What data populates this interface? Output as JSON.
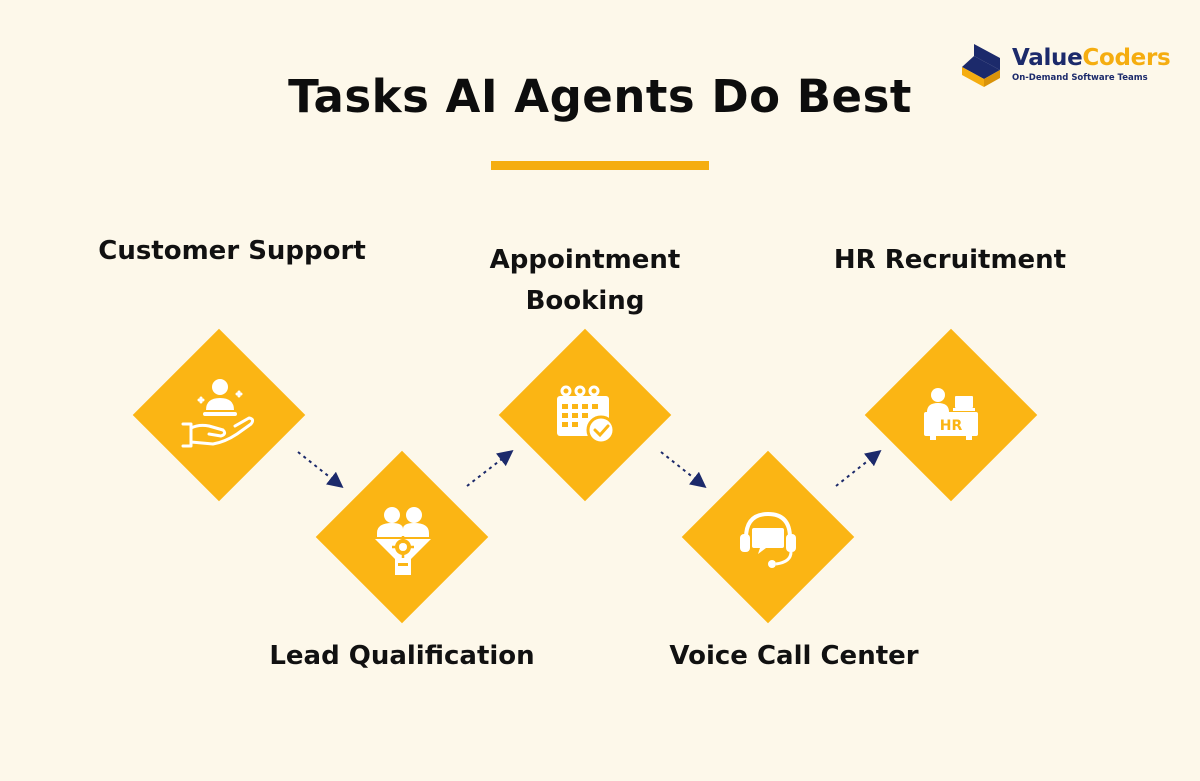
{
  "title": "Tasks AI Agents Do Best",
  "logo": {
    "name_part1": "Value",
    "name_part2": "Coders",
    "tagline": "On-Demand Software Teams"
  },
  "steps": [
    {
      "label": "Customer Support",
      "icon": "hand-service-icon"
    },
    {
      "label": "Lead Qualification",
      "icon": "lead-funnel-icon"
    },
    {
      "label": "Appointment\nBooking",
      "icon": "calendar-clock-icon"
    },
    {
      "label": "Voice Call Center",
      "icon": "headset-icon"
    },
    {
      "label": "HR Recruitment",
      "icon": "hr-desk-icon"
    }
  ],
  "hr_desk_text": "HR",
  "colors": {
    "background": "#fdf8ea",
    "accent": "#fbb514",
    "underline": "#f5ad10",
    "arrow": "#1c2a6b",
    "brand_dark": "#1c2a6b"
  }
}
